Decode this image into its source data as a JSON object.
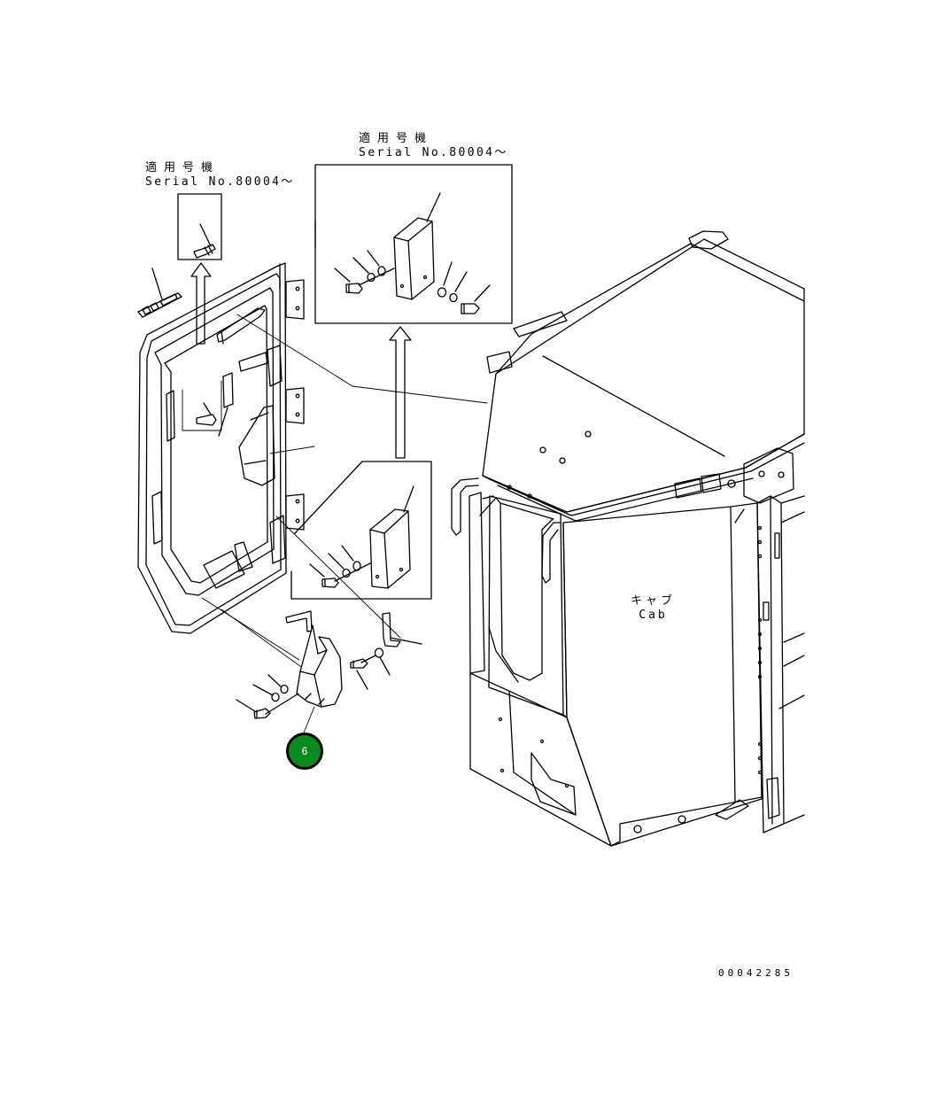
{
  "notes": [
    {
      "jp": "適用号機",
      "serial": "Serial No.80004～"
    },
    {
      "jp": "適用号機",
      "serial": "Serial No.80004～"
    }
  ],
  "cab_label": {
    "jp": "キャブ",
    "en": "Cab"
  },
  "callout": {
    "number": "6",
    "color": "#0a8a1f"
  },
  "drawing_number": "00042285"
}
